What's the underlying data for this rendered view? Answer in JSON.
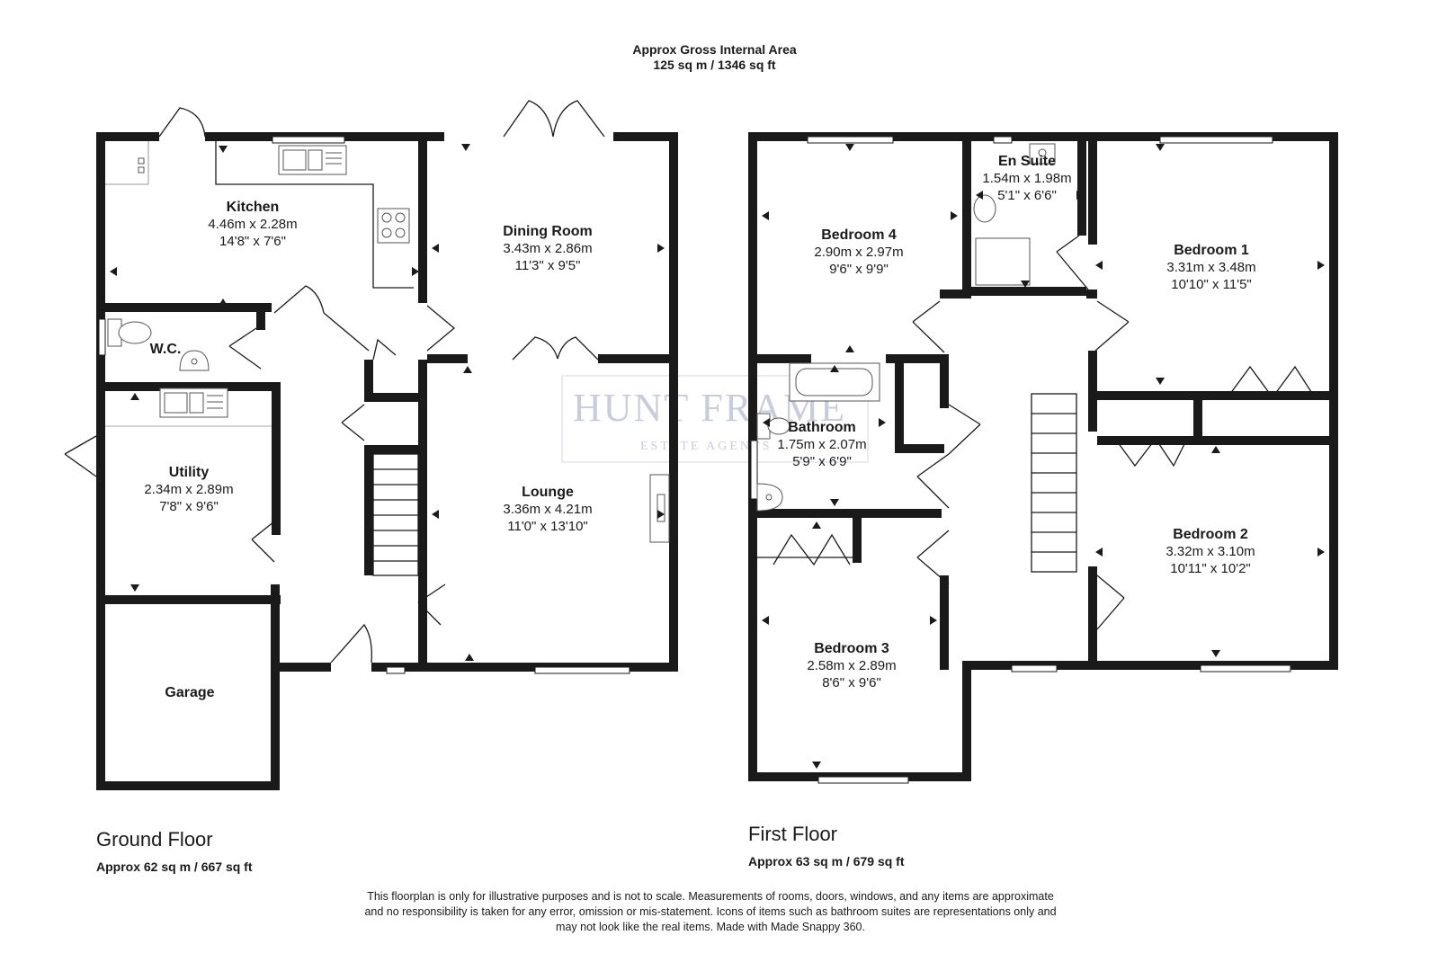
{
  "header": {
    "title": "Approx Gross Internal Area",
    "area": "125 sq m / 1346 sq ft"
  },
  "watermark": {
    "line1": "HUNT FRAME",
    "line2": "ESTATE AGENTS"
  },
  "ground_floor": {
    "title": "Ground Floor",
    "area": "Approx 62 sq m / 667 sq ft",
    "rooms": {
      "kitchen": {
        "name": "Kitchen",
        "metric": "4.46m x 2.28m",
        "imperial": "14'8\" x 7'6\""
      },
      "dining": {
        "name": "Dining Room",
        "metric": "3.43m x 2.86m",
        "imperial": "11'3\" x 9'5\""
      },
      "wc": {
        "name": "W.C."
      },
      "utility": {
        "name": "Utility",
        "metric": "2.34m x 2.89m",
        "imperial": "7'8\" x 9'6\""
      },
      "lounge": {
        "name": "Lounge",
        "metric": "3.36m x 4.21m",
        "imperial": "11'0\" x 13'10\""
      },
      "garage": {
        "name": "Garage"
      }
    }
  },
  "first_floor": {
    "title": "First Floor",
    "area": "Approx 63 sq m / 679 sq ft",
    "rooms": {
      "bedroom4": {
        "name": "Bedroom 4",
        "metric": "2.90m x 2.97m",
        "imperial": "9'6\" x 9'9\""
      },
      "ensuite": {
        "name": "En Suite",
        "metric": "1.54m x 1.98m",
        "imperial": "5'1\" x 6'6\""
      },
      "bedroom1": {
        "name": "Bedroom 1",
        "metric": "3.31m x 3.48m",
        "imperial": "10'10\" x 11'5\""
      },
      "bathroom": {
        "name": "Bathroom",
        "metric": "1.75m x 2.07m",
        "imperial": "5'9\" x 6'9\""
      },
      "bedroom2": {
        "name": "Bedroom 2",
        "metric": "3.32m x 3.10m",
        "imperial": "10'11\" x 10'2\""
      },
      "bedroom3": {
        "name": "Bedroom 3",
        "metric": "2.58m x 2.89m",
        "imperial": "8'6\" x 9'6\""
      }
    }
  },
  "disclaimer": [
    "This floorplan is only for illustrative purposes and is not to scale. Measurements of rooms, doors, windows, and any items are approximate",
    "and no responsibility is taken for any error, omission or mis-statement. Icons of items such as bathroom suites are representations only and",
    "may not look like the real items. Made with Made Snappy 360."
  ]
}
